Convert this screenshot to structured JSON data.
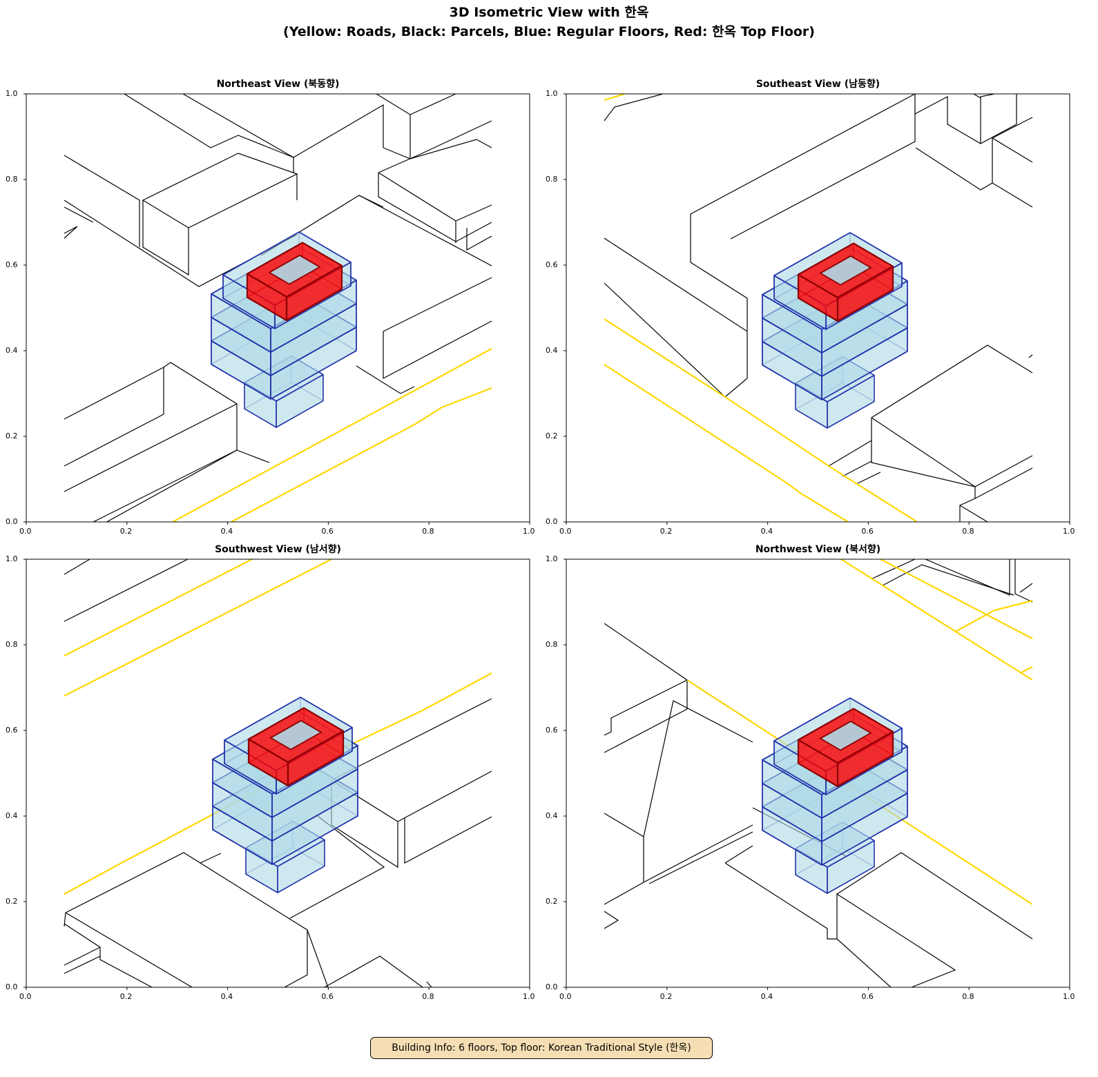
{
  "figure": {
    "title_line1": "3D Isometric View with 한옥",
    "title_line2": "(Yellow: Roads, Black: Parcels, Blue: Regular Floors, Red: 한옥 Top Floor)"
  },
  "panels": [
    {
      "title": "Northeast View (북동향)"
    },
    {
      "title": "Southeast View (남동향)"
    },
    {
      "title": "Southwest View (남서향)"
    },
    {
      "title": "Northwest View (북서향)"
    }
  ],
  "ticks": [
    "0.0",
    "0.2",
    "0.4",
    "0.6",
    "0.8",
    "1.0"
  ],
  "colors": {
    "road": "#ffd700",
    "parcel": "#000000",
    "floor_fill": "#add8e6",
    "floor_edge": "#2233aa",
    "hanok_fill": "#ff0000",
    "hanok_edge": "#8b0000",
    "info_bg": "#f5deb3"
  },
  "info_box": "Building Info: 6 floors, Top floor: Korean Traditional Style (한옥)"
}
